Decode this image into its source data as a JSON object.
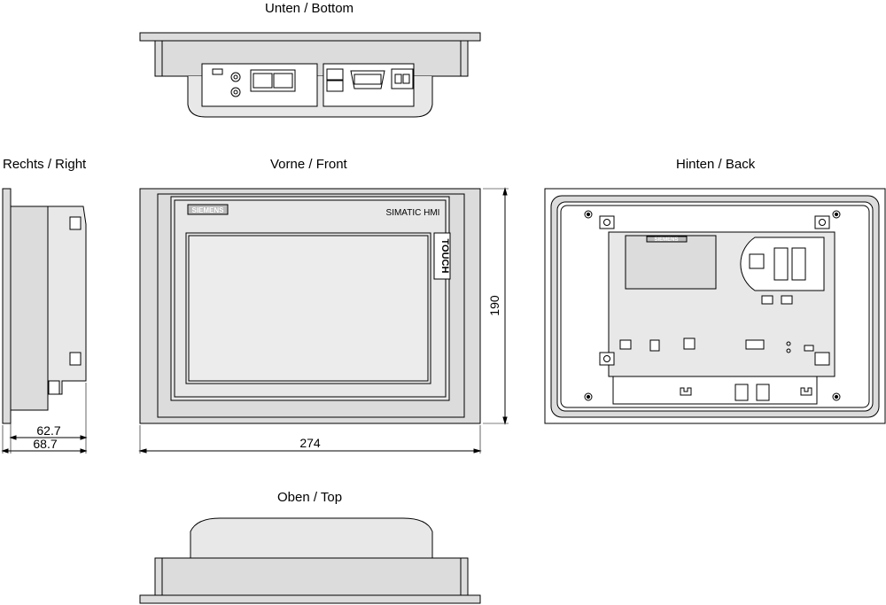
{
  "views": {
    "bottom": "Unten / Bottom",
    "right": "Rechts / Right",
    "front": "Vorne / Front",
    "back": "Hinten / Back",
    "top": "Oben / Top"
  },
  "dimensions": {
    "depth_inner": "62.7",
    "depth_outer": "68.7",
    "width": "274",
    "height": "190"
  },
  "front_panel": {
    "brand_badge": "SIEMENS",
    "product": "SIMATIC HMI",
    "touch_label": "TOUCH"
  },
  "back_panel": {
    "brand": "SIEMENS"
  },
  "colors": {
    "bezel": "#dcdcdc",
    "panel_inner": "#e8e8e8",
    "line": "#000000"
  }
}
